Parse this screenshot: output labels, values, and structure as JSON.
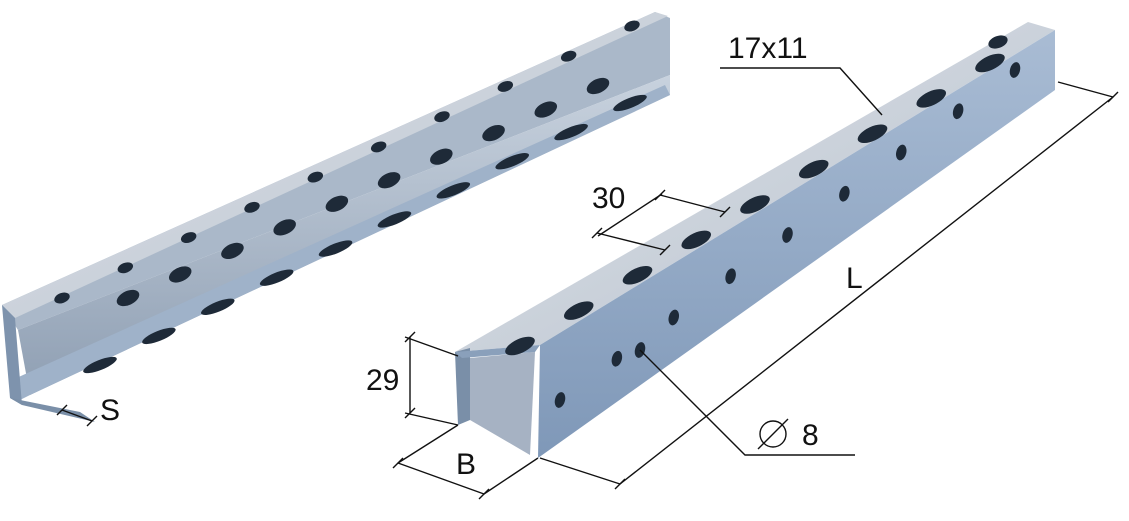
{
  "dimensions": {
    "hole_size": "17x11",
    "pitch": "30",
    "length": "L",
    "height": "29",
    "width": "B",
    "thickness": "S",
    "diameter": "8"
  },
  "colors": {
    "metal_top": "#c9d1db",
    "metal_side": "#8ea7c6",
    "metal_dark": "#6f86a4",
    "hole": "#1e2a38",
    "line": "#111111"
  }
}
